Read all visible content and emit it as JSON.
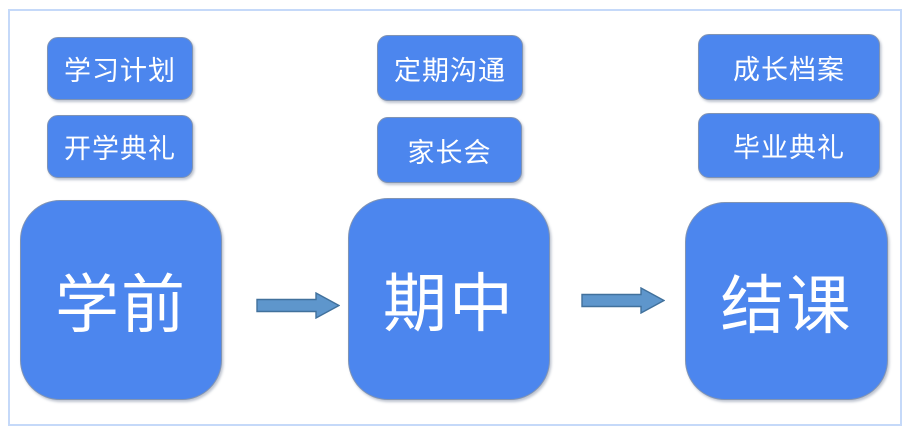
{
  "diagram": {
    "title": "course-phase-flow",
    "stages": [
      {
        "id": "pre-course",
        "label": "学前",
        "items": [
          "学习计划",
          "开学典礼"
        ]
      },
      {
        "id": "mid-term",
        "label": "期中",
        "items": [
          "定期沟通",
          "家长会"
        ]
      },
      {
        "id": "end-course",
        "label": "结课",
        "items": [
          "成长档案",
          "毕业典礼"
        ]
      }
    ],
    "arrows": [
      {
        "from": "pre-course",
        "to": "mid-term"
      },
      {
        "from": "mid-term",
        "to": "end-course"
      }
    ],
    "colors": {
      "box_fill": "#4C86EE",
      "box_border": "#8094B4",
      "arrow_fill": "#5E96CC",
      "arrow_border": "#41719C",
      "frame_border": "#C5D9F9",
      "text": "#FFFFFF",
      "background": "#FFFFFF"
    }
  }
}
